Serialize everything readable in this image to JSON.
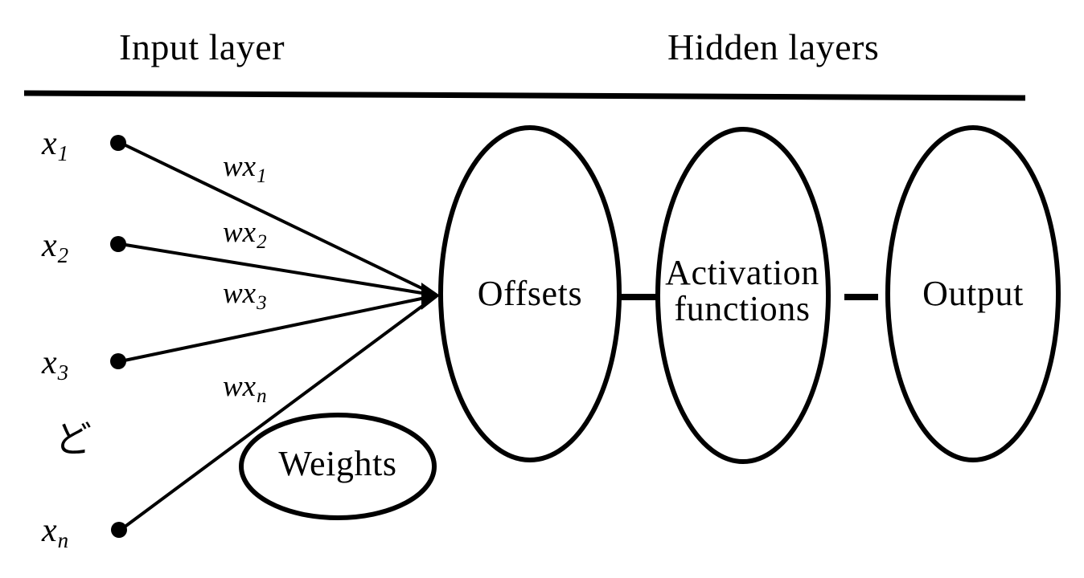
{
  "diagram": {
    "title_left": "Input layer",
    "title_right": "Hidden layers",
    "inputs": [
      {
        "label": "x",
        "sub": "1"
      },
      {
        "label": "x",
        "sub": "2"
      },
      {
        "label": "x",
        "sub": "3"
      },
      {
        "label": "x",
        "sub": "n"
      }
    ],
    "continuation_symbol": "ど",
    "weights": [
      {
        "label": "wx",
        "sub": "1"
      },
      {
        "label": "wx",
        "sub": "2"
      },
      {
        "label": "wx",
        "sub": "3"
      },
      {
        "label": "wx",
        "sub": "n"
      }
    ],
    "weights_group_label": "Weights",
    "stages": [
      {
        "name": "offsets",
        "label": "Offsets"
      },
      {
        "name": "activation-functions",
        "label": "Activation\nfunctions"
      },
      {
        "name": "output",
        "label": "Output"
      }
    ],
    "colors": {
      "stroke": "#000000",
      "background": "#ffffff",
      "text": "#000000"
    }
  }
}
